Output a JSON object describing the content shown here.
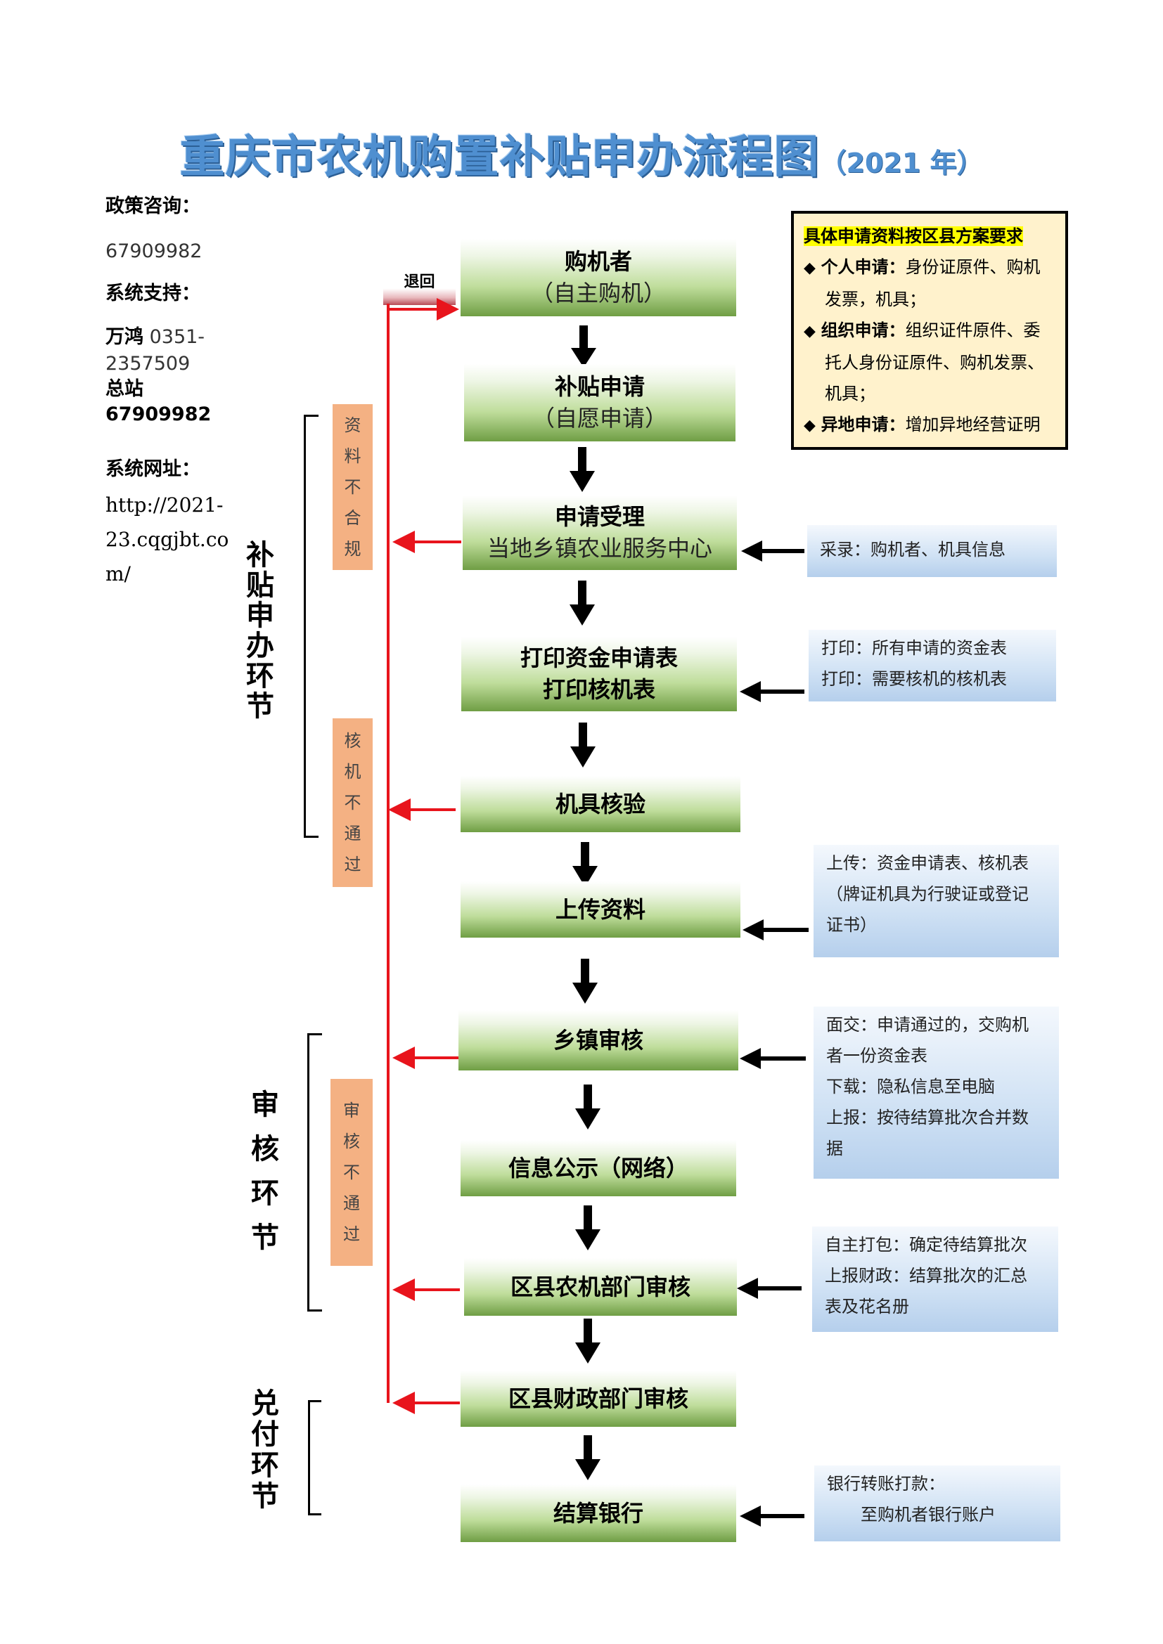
{
  "title": {
    "main": "重庆市农机购置补贴申办流程图",
    "year": "（2021 年）"
  },
  "left_info": {
    "policy_label": "政策咨询：",
    "policy_phone": "67909982",
    "support_label": "系统支持：",
    "support_company": "万鸿",
    "support_phone_a": " 0351-",
    "support_phone_b": "2357509",
    "hq_label": "总站",
    "hq_phone": "67909982",
    "site_label": "系统网址：",
    "site_url_1": "http://2021-",
    "site_url_2": "23.cqgjbt.co",
    "site_url_3": "m/"
  },
  "requirements": {
    "heading": "具体申请资料按区县方案要求",
    "items": [
      {
        "bullet": "◆",
        "label": "个人申请：",
        "text_1": "身份证原件、购机",
        "text_2": "发票，机具；",
        "text_3": ""
      },
      {
        "bullet": "◆",
        "label": "组织申请：",
        "text_1": "组织证件原件、委",
        "text_2": "托人身份证原件、购机发票、",
        "text_3": "机具；"
      },
      {
        "bullet": "◆",
        "label": "异地申请：",
        "text_1": "增加异地经营证明",
        "text_2": "",
        "text_3": ""
      }
    ]
  },
  "return_label": "退回",
  "steps": [
    {
      "line1": "购机者",
      "line2": "（自主购机）"
    },
    {
      "line1": "补贴申请",
      "line2": "（自愿申请）"
    },
    {
      "line1": "申请受理",
      "line2": "当地乡镇农业服务中心"
    },
    {
      "line1": "打印资金申请表",
      "line2": "打印核机表"
    },
    {
      "line1": "机具核验",
      "line2": ""
    },
    {
      "line1": "上传资料",
      "line2": ""
    },
    {
      "line1": "乡镇审核",
      "line2": ""
    },
    {
      "line1": "信息公示（网络）",
      "line2": ""
    },
    {
      "line1": "区县农机部门审核",
      "line2": ""
    },
    {
      "line1": "区县财政部门审核",
      "line2": ""
    },
    {
      "line1": "结算银行",
      "line2": ""
    }
  ],
  "notes": [
    {
      "lines": [
        "采录：购机者、机具信息"
      ]
    },
    {
      "lines": [
        "打印：所有申请的资金表",
        "打印：需要核机的核机表"
      ]
    },
    {
      "lines": [
        "上传：资金申请表、核机表",
        "（牌证机具为行驶证或登记",
        "证书）"
      ]
    },
    {
      "lines": [
        "面交：申请通过的，交购机",
        "者一份资金表",
        "下载：隐私信息至电脑",
        "上报：按待结算批次合并数",
        "据"
      ]
    },
    {
      "lines": [
        "自主打包：确定待结算批次",
        "上报财政：结算批次的汇总",
        "表及花名册"
      ]
    },
    {
      "lines": [
        "银行转账打款：",
        "　　至购机者银行账户"
      ]
    }
  ],
  "reject_tags": [
    {
      "chars": [
        "资",
        "料",
        "不",
        "合",
        "规"
      ]
    },
    {
      "chars": [
        "核",
        "机",
        "不",
        "通",
        "过"
      ]
    },
    {
      "chars": [
        "审",
        "核",
        "不",
        "通",
        "过"
      ]
    }
  ],
  "stages": [
    {
      "chars": [
        "补",
        "贴",
        "申",
        "办",
        "环",
        "节"
      ]
    },
    {
      "chars": [
        "审",
        "核",
        "环",
        "节"
      ]
    },
    {
      "chars": [
        "兑",
        "付",
        "环",
        "节"
      ]
    }
  ],
  "colors": {
    "reject_line": "#e8141c",
    "arrow": "#000000",
    "title": "#4f8fd0",
    "tag": "#f4b183"
  }
}
